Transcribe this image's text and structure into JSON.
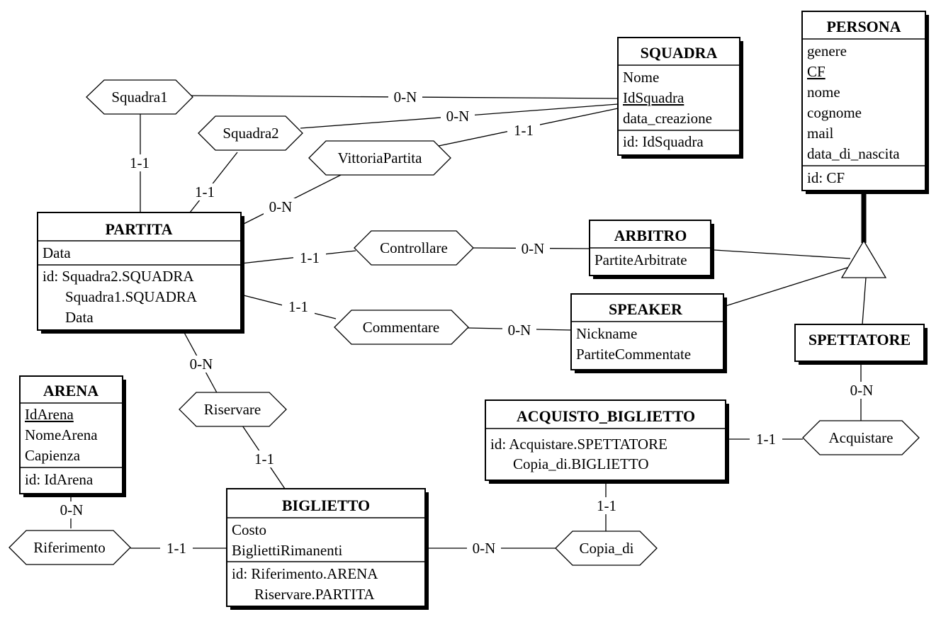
{
  "entities": {
    "squadra": {
      "title": "SQUADRA",
      "attrs": [
        "Nome",
        "IdSquadra",
        "data_creazione"
      ],
      "id": "id: IdSquadra"
    },
    "persona": {
      "title": "PERSONA",
      "attrs": [
        "genere",
        "CF",
        "nome",
        "cognome",
        "mail",
        "data_di_nascita"
      ],
      "id": "id: CF"
    },
    "partita": {
      "title": "PARTITA",
      "attrs": [
        "Data"
      ],
      "id": [
        "id: Squadra2.SQUADRA",
        "Squadra1.SQUADRA",
        "Data"
      ]
    },
    "arbitro": {
      "title": "ARBITRO",
      "attrs": [
        "PartiteArbitrate"
      ]
    },
    "speaker": {
      "title": "SPEAKER",
      "attrs": [
        "Nickname",
        "PartiteCommentate"
      ]
    },
    "spettatore": {
      "title": "SPETTATORE"
    },
    "arena": {
      "title": "ARENA",
      "attrs": [
        "IdArena",
        "NomeArena",
        "Capienza"
      ],
      "id": "id: IdArena"
    },
    "acquisto_biglietto": {
      "title": "ACQUISTO_BIGLIETTO",
      "id": [
        "id: Acquistare.SPETTATORE",
        "Copia_di.BIGLIETTO"
      ]
    },
    "biglietto": {
      "title": "BIGLIETTO",
      "attrs": [
        "Costo",
        "BigliettiRimanenti"
      ],
      "id": [
        "id: Riferimento.ARENA",
        "Riservare.PARTITA"
      ]
    }
  },
  "relationships": {
    "squadra1": "Squadra1",
    "squadra2": "Squadra2",
    "vittoria_partita": "VittoriaPartita",
    "controllare": "Controllare",
    "commentare": "Commentare",
    "riservare": "Riservare",
    "acquistare": "Acquistare",
    "riferimento": "Riferimento",
    "copia_di": "Copia_di"
  },
  "cardinalities": {
    "squadra1_squadra": "0-N",
    "squadra1_partita": "1-1",
    "squadra2_squadra": "0-N",
    "squadra2_partita": "1-1",
    "vittoria_squadra": "1-1",
    "vittoria_partita": "0-N",
    "controllare_partita": "1-1",
    "controllare_arbitro": "0-N",
    "commentare_partita": "1-1",
    "commentare_speaker": "0-N",
    "riservare_partita": "0-N",
    "riservare_biglietto": "1-1",
    "acquistare_spettatore": "0-N",
    "acquistare_acquisto": "1-1",
    "copia_acquisto": "1-1",
    "copia_biglietto": "0-N",
    "riferimento_arena": "0-N",
    "riferimento_biglietto": "1-1"
  }
}
